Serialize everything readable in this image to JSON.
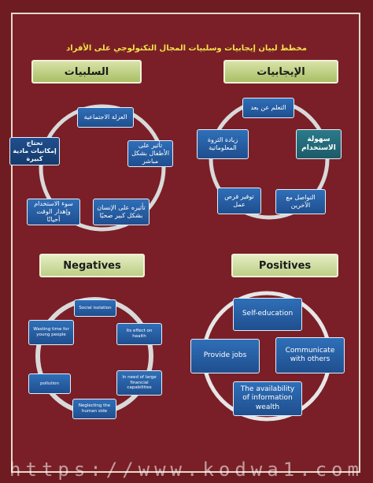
{
  "title": "مخطط لبيان إيجابيات وسلبيات المجال التكنولوجي على الأفراد",
  "headers": {
    "negatives_ar": "السلبيات",
    "positives_ar": "الإيجابيات",
    "negatives_en": "Negatives",
    "positives_en": "Positives"
  },
  "negatives_ar": [
    "العزلة الاجتماعية",
    "تأثير على الأطفال بشكل مباشر",
    "تأثيره على الإنسان بشكل كبير صحيًا",
    "سوء الاستخدام وإهدار الوقت أحيانًا",
    "تحتاج إمكانيات مادية كبيرة"
  ],
  "positives_ar": [
    "التعلم عن بعد",
    "سهولة الاستخدام",
    "التواصل مع الآخرين",
    "توفير فرص عمل",
    "زيادة الثروة المعلوماتية"
  ],
  "negatives_en": [
    "Social isolation",
    "Its effect on health",
    "In need of large financial capabilities",
    "Neglecting the human side",
    "pollution",
    "Wasting time for young people"
  ],
  "positives_en": [
    "Self-education",
    "Communicate with others",
    "The availability of information wealth",
    "Provide jobs"
  ],
  "watermark": "https://www.kodwa1.com",
  "colors": {
    "background": "#6e1c22",
    "node": "#2f6fb8",
    "header": "#c4d58a",
    "title": "#f3e14a"
  }
}
